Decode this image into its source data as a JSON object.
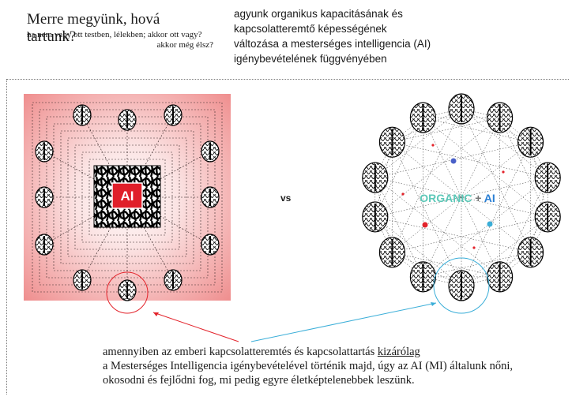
{
  "header": {
    "title": "Merre megyünk, hová tartunk?",
    "subtitle_line1": "ha nem vagy ott testben, lélekben; akkor ott vagy?",
    "subtitle_line2": "akkor még élsz?",
    "right_lines": [
      "agyunk organikus kapacitásának és",
      "kapcsolatteremtő képességének",
      "változása a mesterséges intelligencia (AI)",
      "igénybevételének függvényében"
    ]
  },
  "left_panel": {
    "center_label": "AI",
    "colors": {
      "edge": "#f09a9a",
      "center": "#ffffff",
      "ai_box": "#e01f2a"
    }
  },
  "vs_label": "vs",
  "right_panel": {
    "center_label_organic": "ORGANIC",
    "center_label_plus": " + ",
    "center_label_ai": "AI",
    "colors": {
      "organic": "#5cc8b8",
      "ai": "#2a7fd4",
      "dot_red": "#e3232b",
      "dot_blue": "#4a60c8",
      "dot_cyan": "#3aaed8"
    }
  },
  "annotations": {
    "red_line_color": "#e3232b",
    "blue_line_color": "#3aaed8"
  },
  "bottom_text": {
    "line1_prefix": "amennyiben az emberi kapcsolatteremtés és kapcsolattartás ",
    "line1_underlined": "kizárólag",
    "line2": "a Mesterséges Intelligencia igénybevételével történik majd, úgy az AI (MI) általunk nőni,",
    "line3": "okosodni és fejlődni fog, mi pedig egyre életképtelenebbek leszünk."
  }
}
